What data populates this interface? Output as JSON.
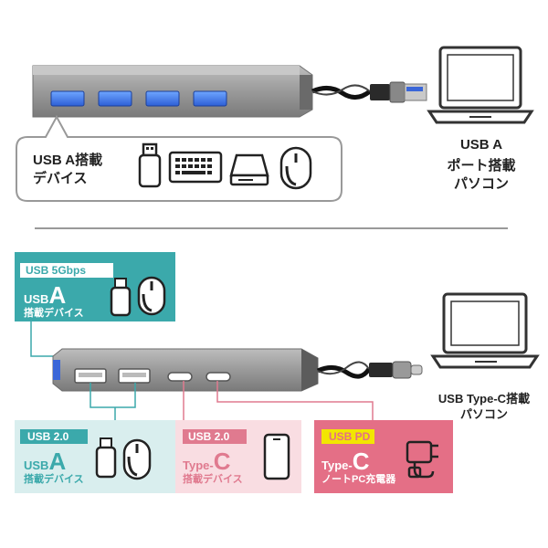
{
  "top": {
    "bubble_line1": "USB A搭載",
    "bubble_line2": "デバイス",
    "laptop_line1": "USB A",
    "laptop_line2": "ポート搭載",
    "laptop_line3": "パソコン"
  },
  "bottom": {
    "laptop_line1": "USB Type-C搭載",
    "laptop_line2": "パソコン",
    "box1": {
      "tag": "USB 5Gbps",
      "prefix": "USB",
      "big": "A",
      "sub": "搭載デバイス"
    },
    "box2": {
      "tag": "USB 2.0",
      "prefix": "USB",
      "big": "A",
      "sub": "搭載デバイス"
    },
    "box3": {
      "tag": "USB 2.0",
      "prefix": "Type-",
      "big": "C",
      "sub": "搭載デバイス"
    },
    "box4": {
      "tag": "USB PD",
      "prefix": "Type-",
      "big": "C",
      "sub": "ノートPC充電器"
    }
  },
  "colors": {
    "teal": "#3ba9ab",
    "teal_light": "#d9eeee",
    "pink_light": "#f9dde2",
    "pink": "#e07a8f",
    "rose": "#e46f86",
    "yellow": "#f2e600",
    "hub_gray": "#8c8c8c"
  },
  "icons": [
    "usb-stick-icon",
    "keyboard-icon",
    "hard-drive-icon",
    "mouse-icon",
    "laptop-icon",
    "smartphone-icon",
    "charger-icon"
  ]
}
